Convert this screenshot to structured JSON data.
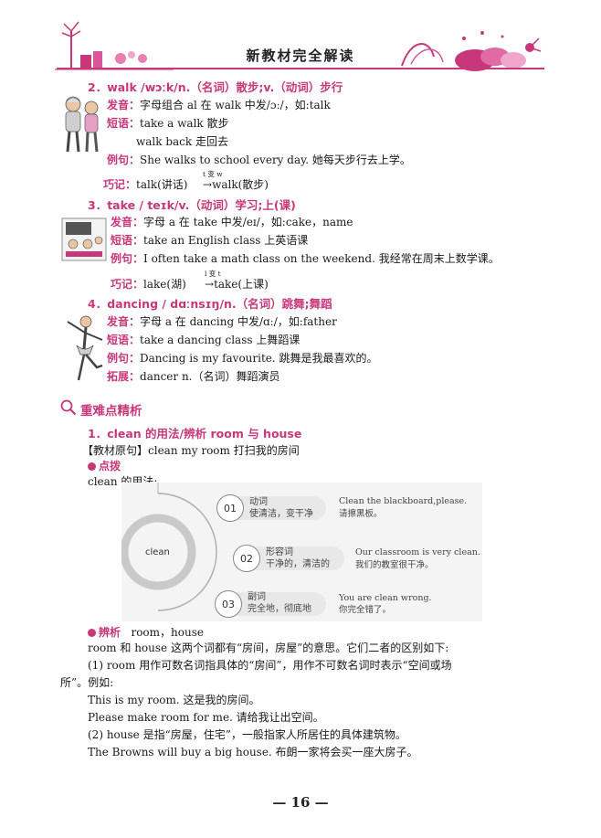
{
  "header": {
    "title": "新教材完全解读"
  },
  "entries": [
    {
      "title": "2．walk /wɔːk/n.（名词）散步;v.（动词）步行",
      "pron_label": "发音：",
      "pron": "字母组合 al 在 walk 中发/ɔː/，如:talk",
      "phrase_label": "短语：",
      "phrase1": "take a walk 散步",
      "phrase2": "walk back 走回去",
      "example_label": "例句：",
      "example": "She walks to school every day. 她每天步行去上学。",
      "tip_label": "巧记：",
      "tip_from": "talk(讲话)",
      "tip_change": "t 变 w",
      "tip_arrow": "→",
      "tip_to": "walk(散步)"
    },
    {
      "title": "3．take / teɪk/v.（动词）学习;上(课)",
      "pron_label": "发音：",
      "pron": "字母 a 在 take 中发/eɪ/，如:cake，name",
      "phrase_label": "短语：",
      "phrase1": "take an English class 上英语课",
      "example_label": "例句：",
      "example": "I often take a math class on the weekend. 我经常在周末上数学课。",
      "tip_label": "巧记：",
      "tip_from": "lake(湖)",
      "tip_change": "l 变 t",
      "tip_arrow": "→",
      "tip_to": "take(上课)"
    },
    {
      "title": "4．dancing / dɑːnsɪŋ/n.（名词）跳舞;舞蹈",
      "pron_label": "发音：",
      "pron": "字母 a 在 dancing 中发/ɑː/，如:father",
      "phrase_label": "短语：",
      "phrase1": "take a dancing class 上舞蹈课",
      "example_label": "例句：",
      "example": "Dancing is my favourite. 跳舞是我最喜欢的。",
      "ext_label": "拓展：",
      "ext": "dancer n.（名词）舞蹈演员"
    }
  ],
  "section": {
    "title": "重难点精析"
  },
  "point1": {
    "title": "1．clean 的用法/辨析 room 与 house",
    "source_label": "【教材原句】",
    "source": "clean my room 打扫我的房间",
    "tip_label": "点拨",
    "intro": "clean 的用法:"
  },
  "diagram": {
    "center": "clean",
    "items": [
      {
        "num": "01",
        "pos": "动词",
        "meaning": "使清洁，变干净",
        "en": "Clean the blackboard,please.",
        "zh": "请擦黑板。"
      },
      {
        "num": "02",
        "pos": "形容词",
        "meaning": "干净的，清洁的",
        "en": "Our classroom is very clean.",
        "zh": "我们的教室很干净。"
      },
      {
        "num": "03",
        "pos": "副词",
        "meaning": "完全地，彻底地",
        "en": "You are clean wrong.",
        "zh": "你完全错了。"
      }
    ]
  },
  "analysis": {
    "label": "辨析",
    "words": "room，house",
    "lines": [
      "room 和 house 这两个词都有“房间，房屋”的意思。它们二者的区别如下:",
      "(1) room 用作可数名词指具体的“房间”，用作不可数名词时表示“空间或场",
      "所”。例如:",
      "This is my room. 这是我的房间。",
      "Please make room for me. 请给我让出空间。",
      "(2) house 是指“房屋，住宅”，一般指家人所居住的具体建筑物。",
      "The Browns will buy a big house. 布朗一家将会买一座大房子。"
    ]
  },
  "page": {
    "number": "— 16 —"
  }
}
